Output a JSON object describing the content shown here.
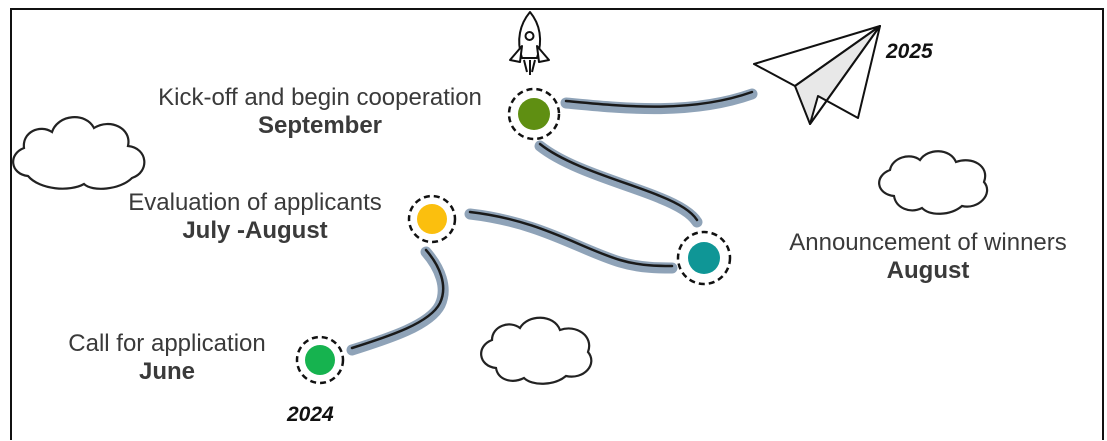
{
  "milestones": [
    {
      "title": "Call for application",
      "date": "June",
      "color": "#16b34f"
    },
    {
      "title": "Evaluation of applicants",
      "date": "July -August",
      "color": "#fbbf0e"
    },
    {
      "title": "Announcement  of winners",
      "date": "August",
      "color": "#0f9696"
    },
    {
      "title": "Kick-off and begin cooperation",
      "date": "September",
      "color": "#5f8f12"
    }
  ],
  "years": {
    "start": "2024",
    "end": "2025"
  },
  "icons": [
    "rocket-icon",
    "paper-plane-icon",
    "cloud-icon"
  ]
}
